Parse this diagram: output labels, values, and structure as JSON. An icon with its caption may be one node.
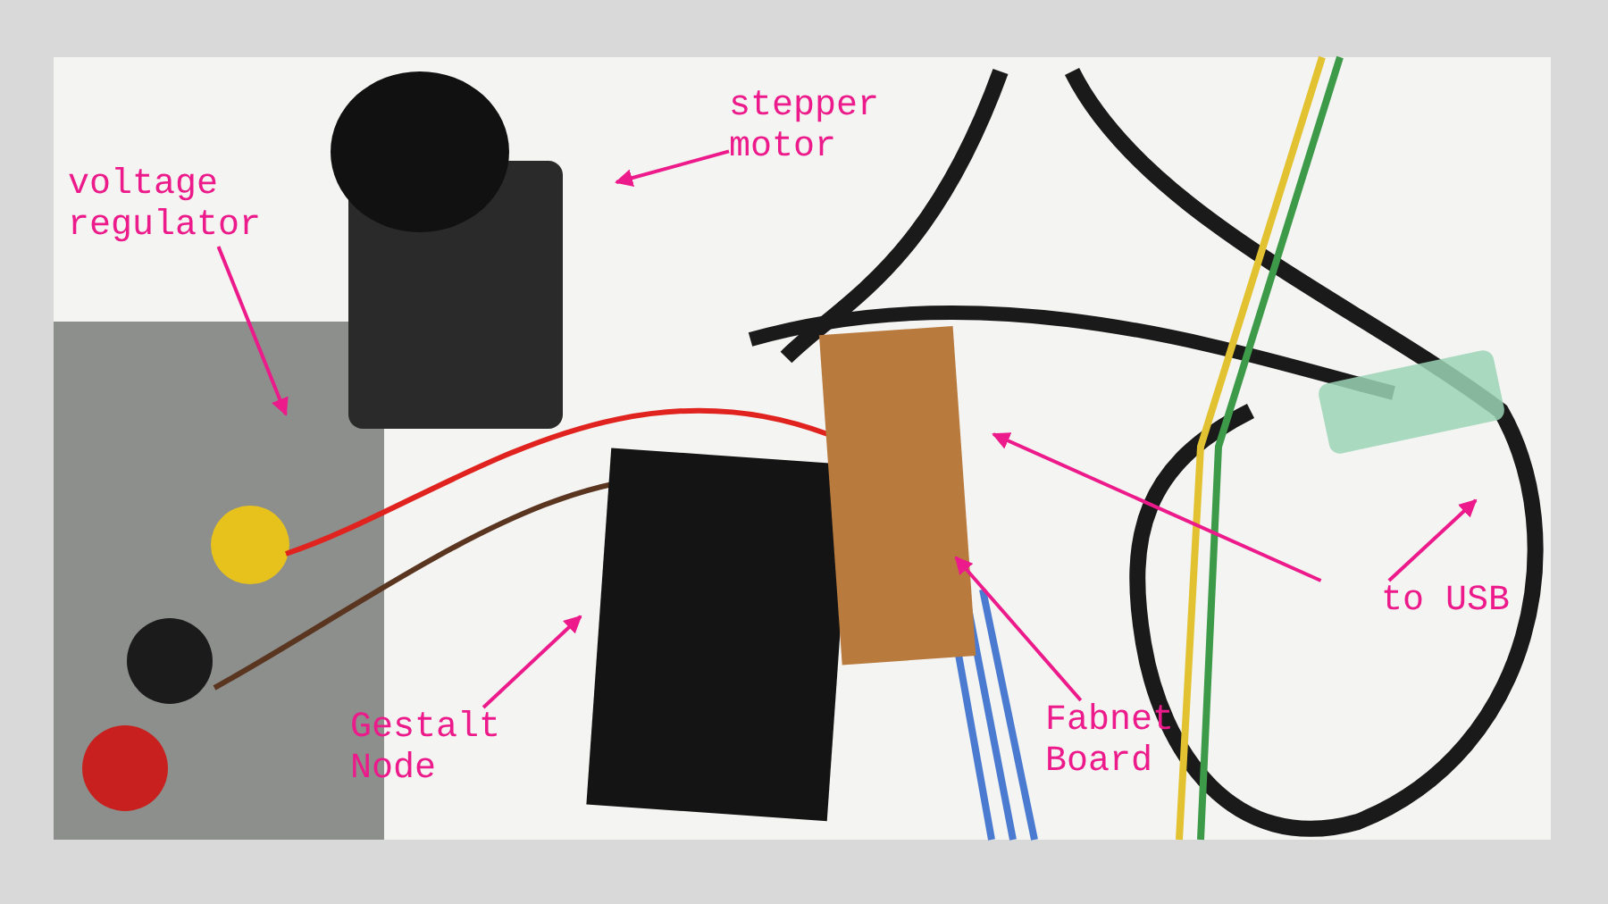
{
  "diagram": {
    "nodes": [
      {
        "text": [
          "voltage regulator"
        ]
      },
      {
        "text": [
          "stepper motor"
        ]
      },
      {
        "text": [
          "Gestalt Node"
        ]
      },
      {
        "text": [
          "Fabnet Board"
        ]
      },
      {
        "text": [
          "to USB"
        ]
      }
    ],
    "edges": [
      {
        "from": 0,
        "to": null,
        "arrow": "to"
      },
      {
        "from": 1,
        "to": null,
        "arrow": "to"
      },
      {
        "from": 2,
        "to": null,
        "arrow": "to"
      },
      {
        "from": 3,
        "to": null,
        "arrow": "to"
      },
      {
        "from": 4,
        "to": null,
        "arrow": "to"
      },
      {
        "from": 4,
        "to": null,
        "arrow": "to"
      }
    ]
  }
}
